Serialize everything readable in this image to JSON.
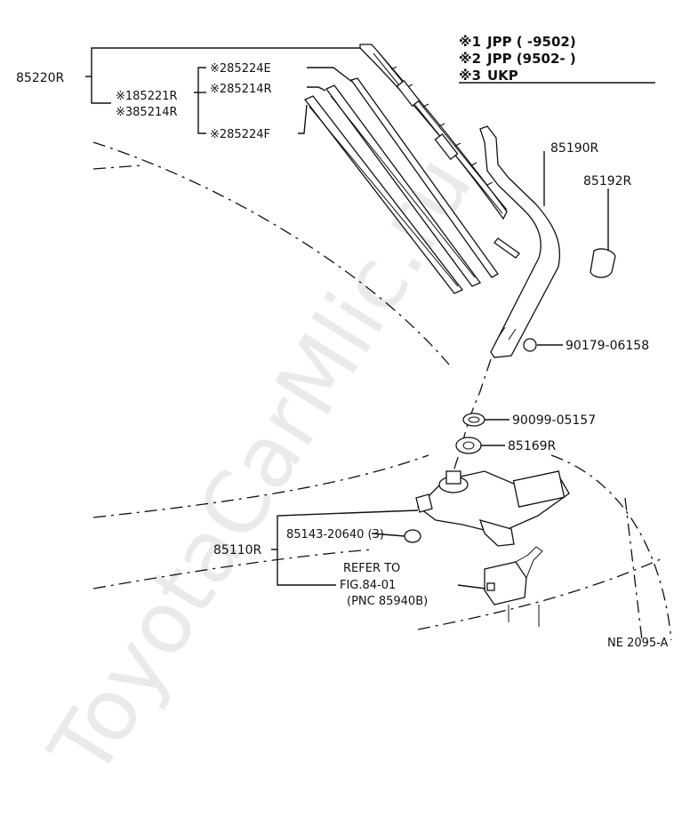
{
  "legend": [
    {
      "mark": "※1",
      "text": "JPP (        -9502)"
    },
    {
      "mark": "※2",
      "text": "JPP (9502-        )"
    },
    {
      "mark": "※3",
      "text": "UKP"
    }
  ],
  "parts": {
    "blade_assy": "85220R",
    "blade_1": "※185221R",
    "blade_3": "※385214R",
    "rubber_e": "※285224E",
    "rubber_r": "※285214R",
    "rubber_f": "※285224F",
    "arm": "85190R",
    "arm_cap": "85192R",
    "nut": "90179-06158",
    "bushing": "90099-05157",
    "seal": "85169R",
    "motor": "85110R",
    "grommet": "85143-20640 (3)",
    "refer_1": "REFER TO",
    "refer_2": "FIG.84-01",
    "refer_3": "(PNC 85940B)"
  },
  "figure_code": "NE 2095-A",
  "watermark": "ToyotaCarMlic.ru"
}
